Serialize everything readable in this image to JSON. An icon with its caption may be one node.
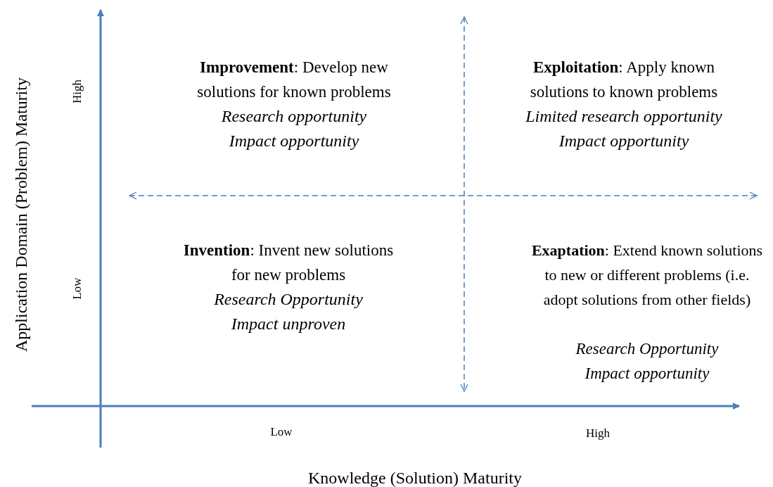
{
  "diagram": {
    "labels": [
      "Application Domain (Problem) Maturity",
      "High",
      "**Improvement**: Develop new solutions for known problems",
      "Research opportunity",
      "Impact opportunity",
      "**Exploitation**: Apply known solutions to known problems",
      "Limited research opportunity",
      "Impact opportunity",
      "Low",
      "**Invention**: Invent new solutions for new problems",
      "Research Opportunity",
      "Impact unproven",
      "**Exaptation**: Extend known solutions to new or different problems (i.e. adopt solutions from other fields)",
      "Research Opportunity",
      "Impact opportunity",
      "Low",
      "High",
      "Knowledge (Solution) Maturity"
    ]
  }
}
